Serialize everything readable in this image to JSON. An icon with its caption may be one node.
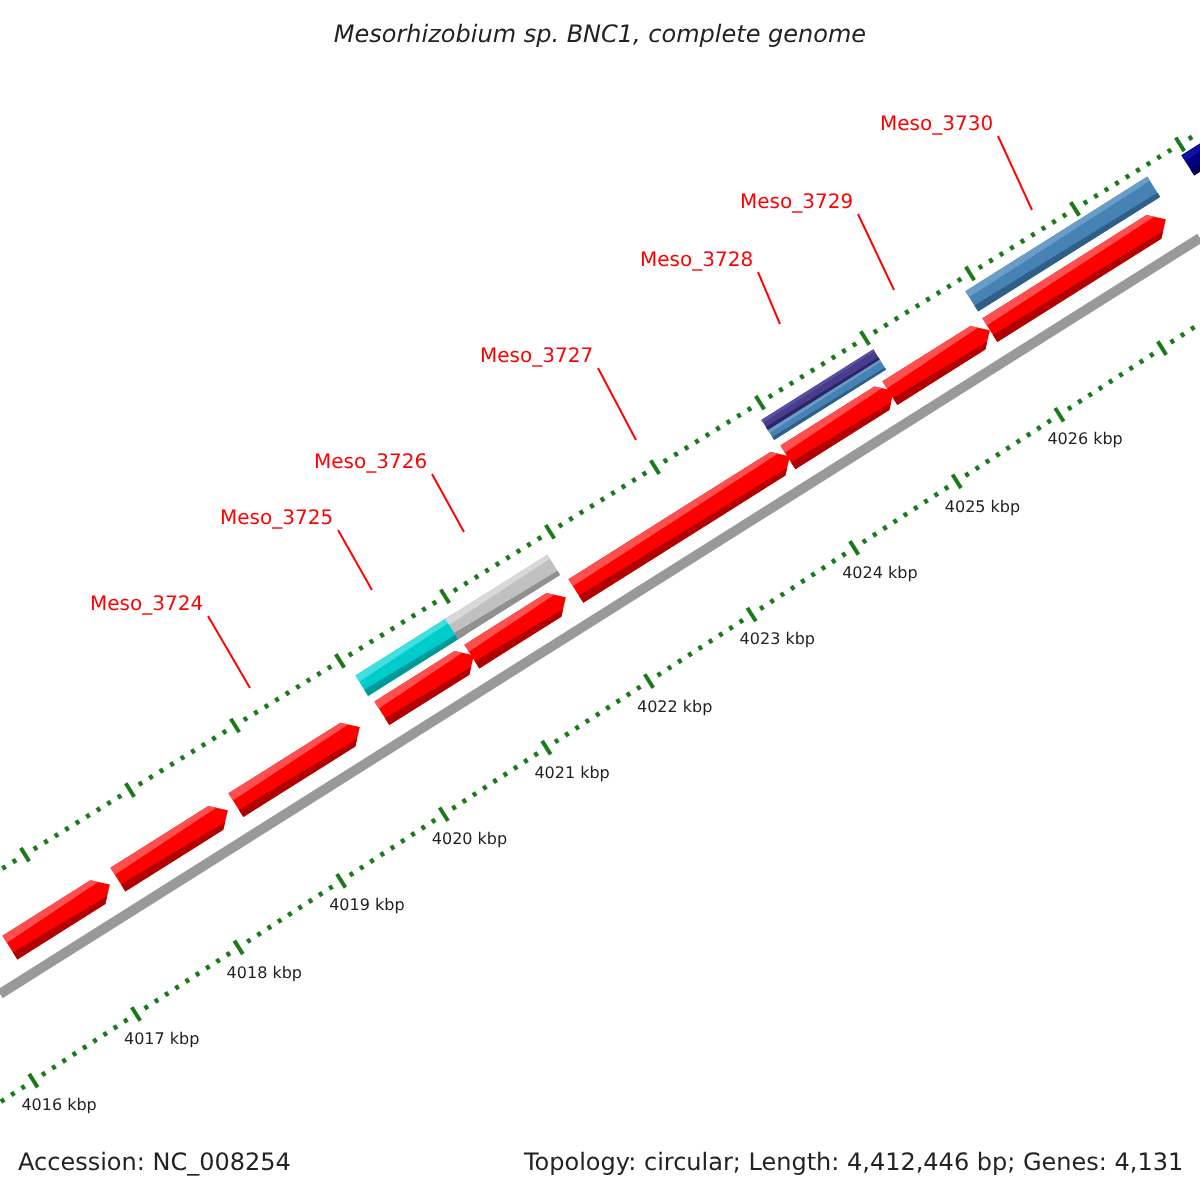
{
  "diagram": {
    "title": "Mesorhizobium sp. BNC1, complete genome",
    "nodes": [
      {
        "text": [
          "Meso_3724"
        ]
      },
      {
        "text": [
          "Meso_3725"
        ]
      },
      {
        "text": [
          "Meso_3726"
        ]
      },
      {
        "text": [
          "Meso_3727"
        ]
      },
      {
        "text": [
          "Meso_3728"
        ]
      },
      {
        "text": [
          "Meso_3729"
        ]
      },
      {
        "text": [
          "Meso_3730"
        ]
      }
    ],
    "edges": [
      {
        "from": 0,
        "to": null,
        "arrow": "none"
      },
      {
        "from": 1,
        "to": null,
        "arrow": "none"
      },
      {
        "from": 2,
        "to": null,
        "arrow": "none"
      },
      {
        "from": 3,
        "to": null,
        "arrow": "none"
      },
      {
        "from": 4,
        "to": null,
        "arrow": "none"
      },
      {
        "from": 5,
        "to": null,
        "arrow": "none"
      },
      {
        "from": 6,
        "to": null,
        "arrow": "none"
      }
    ],
    "labels": [
      "4016 kbp",
      "4017 kbp",
      "4018 kbp",
      "4019 kbp",
      "4020 kbp",
      "4021 kbp",
      "4022 kbp",
      "4023 kbp",
      "4024 kbp",
      "4025 kbp",
      "4026 kbp",
      "Accession: NC_008254",
      "Topology: circular; Length: 4,412,446 bp; Genes: 4,131"
    ]
  }
}
